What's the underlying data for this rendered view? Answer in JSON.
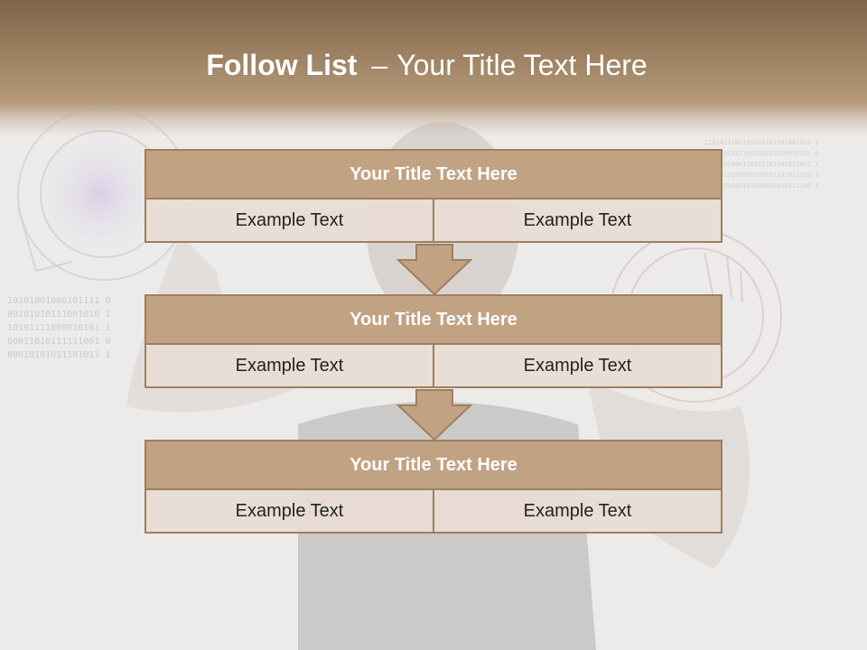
{
  "slide": {
    "title_bold": "Follow List",
    "title_dash": "–",
    "title_rest": "Your Title Text Here"
  },
  "blocks": [
    {
      "title": "Your Title Text Here",
      "left_text": "Example Text",
      "right_text": "Example Text"
    },
    {
      "title": "Your Title Text Here",
      "left_text": "Example Text",
      "right_text": "Example Text"
    },
    {
      "title": "Your Title Text Here",
      "left_text": "Example Text",
      "right_text": "Example Text"
    }
  ],
  "background": {
    "binary_left": [
      "10101001000101111 0",
      "00101010111001010 1",
      "10101111000010101 1",
      "00011010111111001 0",
      "00010101011101011 1"
    ],
    "binary_right": [
      "1101011101100101101001001010 1",
      "0010101011100101011010010101 0",
      "1011101000110101101001011001 1",
      "1011011101010100101101011110 1",
      "0011101010101000001010111100 1"
    ]
  },
  "colors": {
    "header_dark": "#7e6548",
    "block_title_fill": "#c1a283",
    "block_border": "#9e7f60",
    "cell_fill": "#e8ddd4",
    "arrow_fill": "#c1a283"
  }
}
